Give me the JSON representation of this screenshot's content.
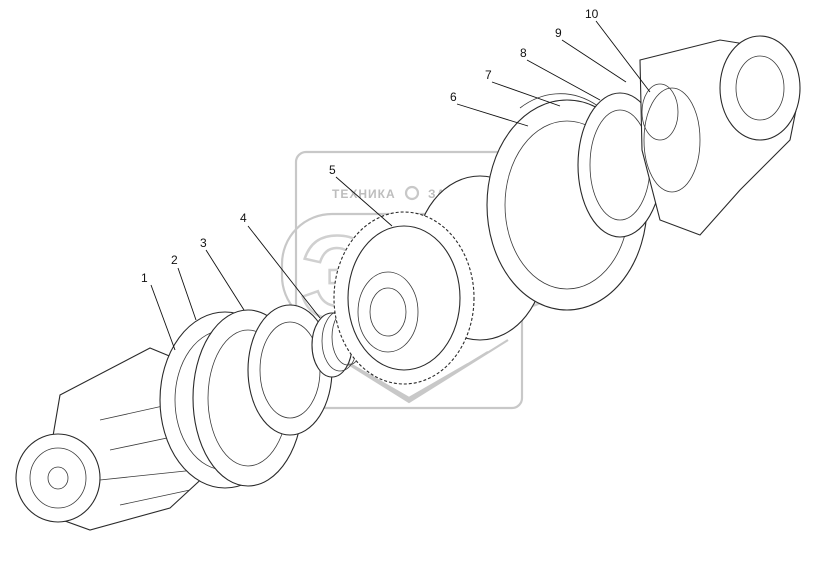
{
  "diagram": {
    "callouts": [
      "1",
      "2",
      "3",
      "4",
      "5",
      "6",
      "7",
      "8",
      "9",
      "10"
    ]
  },
  "watermark": {
    "top_left_word": "ТЕХНИКА",
    "top_right_word": "ЗАПЧАСТИ",
    "big_letters": "ЗИФ"
  }
}
